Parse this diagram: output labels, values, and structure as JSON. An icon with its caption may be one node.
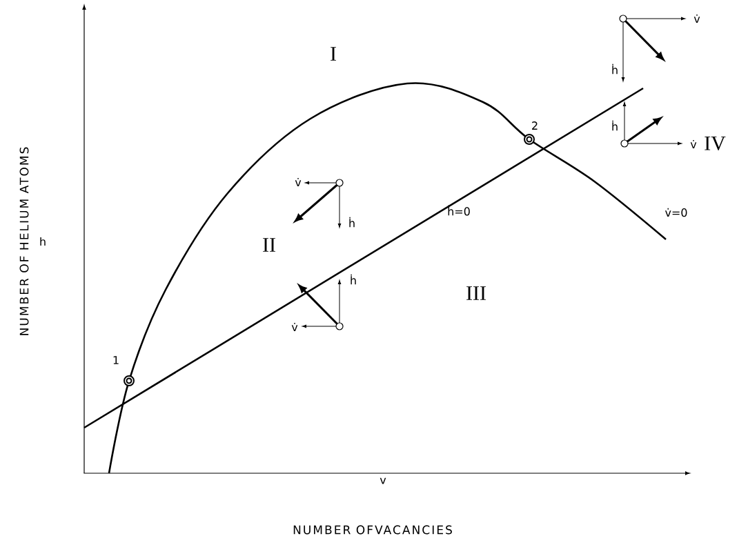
{
  "diagram": {
    "labels": [
      "v̇",
      "I",
      "ḣ",
      "ḣ",
      "2",
      "v̇",
      "IV",
      "v̇",
      "ḣ",
      "ḣ=0",
      "v̇=0",
      "h",
      "NUMBER OF HELIUM ATOMS",
      "II",
      "ḣ",
      "III",
      "v̇",
      "1",
      "v",
      "NUMBER OFVACANCIES"
    ]
  }
}
